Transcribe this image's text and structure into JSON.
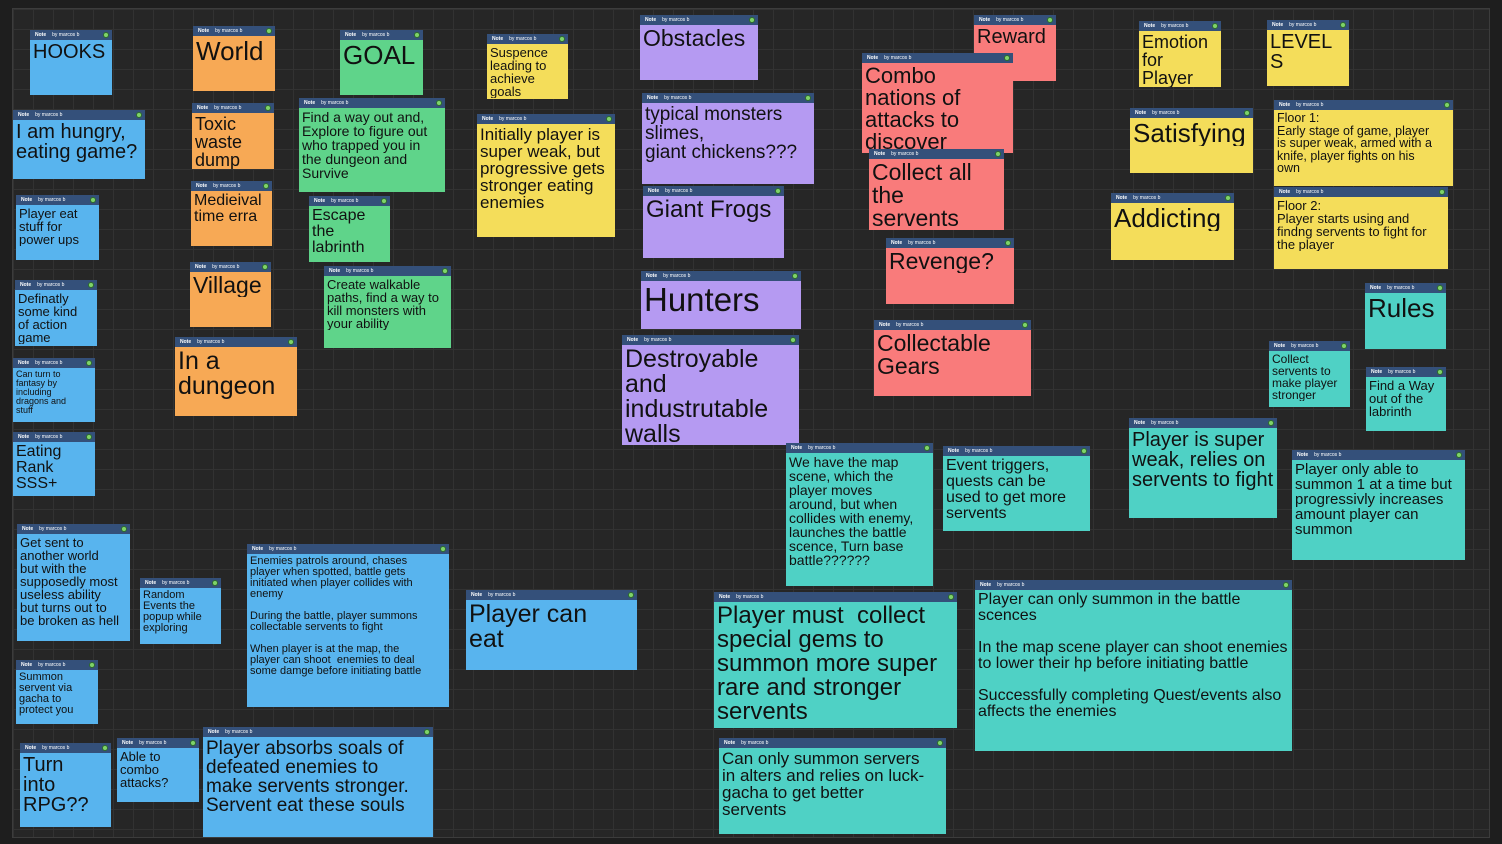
{
  "note_tag": "Note",
  "note_author": "by marcos b",
  "notes": {
    "hooks": "HOOKS",
    "hungry": "I am hungry,\neating game?",
    "eat_stuff": "Player eat\nstuff for\npower ups",
    "definatly": "Definatly\nsome kind\nof action\ngame",
    "fantasy": "Can turn to\nfantasy by\nincluding\ndragons and\nstuff",
    "eating_rank": "Eating\nRank\nSSS+",
    "another_world": "Get sent to\nanother world\nbut with the\nsupposedly most\nuseless ability\nbut turns out to\nbe broken as hell",
    "random_events": "Random\nEvents the\npopup while\nexploring",
    "summon_gacha": "Summon\nservent via\ngacha to\nprotect you",
    "turn_rpg": "Turn\ninto\nRPG??",
    "combo_attacks": "Able to\ncombo\nattacks?",
    "world": "World",
    "toxic": "Toxic\nwaste\ndump",
    "medieval": "Medieival\ntime erra",
    "village": "Village",
    "dungeon": "In a\ndungeon",
    "goal": "GOAL",
    "find_way": "Find a way out and,\nExplore to figure out\nwho trapped you in\nthe dungeon and\nSurvive",
    "escape": "Escape\nthe\nlabrinth",
    "walkable": "Create walkable\npaths, find a way to\nkill monsters with\nyour ability",
    "enemies_patrol": "Enemies patrols around, chases\nplayer when spotted, battle gets\ninitiated when player collides with\nenemy\n\nDuring the battle, player summons\ncollectable servents to fight\n\nWhen player is at the map, the\nplayer can shoot  enemies to deal\nsome damge before initiating battle",
    "absorbs_souls": "Player absorbs soals of\ndefeated enemies to\nmake servents stronger.\nServent eat these souls",
    "suspence": "Suspence\nleading to\nachieve\ngoals",
    "initially_weak": "Initially player is\nsuper weak, but\nprogressive gets\nstronger eating\nenemies",
    "player_can_eat": "Player can\neat",
    "obstacles": "Obstacles",
    "typical_monsters": "typical monsters\nslimes,\ngiant chickens???",
    "giant_frogs": "Giant Frogs",
    "hunters": "Hunters",
    "destroyable": "Destroyable\nand\nindustrutable\nwalls",
    "map_scene": "We have the map\nscene, which the\nplayer moves\naround, but when\ncollides with enemy,\nlaunches the battle\nscence, Turn base\nbattle??????",
    "collect_gems": "Player must  collect\nspecial gems to\nsummon more super\nrare and stronger\nservents",
    "alters": "Can only summon servers\nin alters and relies on luck-\ngacha to get better\nservents",
    "reward": "Reward",
    "combinations": "Combo\nnations of\nattacks to\ndiscover",
    "collect_all": "Collect all\nthe\nservents",
    "revenge": "Revenge?",
    "collectable_gears": "Collectable\nGears",
    "event_triggers": "Event triggers,\nquests can be\nused to get more\nservents",
    "summon_battle": "Player can only summon in the battle\nscences\n\nIn the map scene player can shoot enemies\nto lower their hp before initiating battle\n\nSuccessfully completing Quest/events also\naffects the enemies",
    "emotion": "Emotion\nfor\nPlayer",
    "satisfying": "Satisfying",
    "addicting": "Addicting",
    "super_weak": "Player is super\nweak, relies on\nservents to fight",
    "levels": "LEVEL\nS",
    "floor1": "Floor 1:\nEarly stage of game, player\nis super weak, armed with a\nknife, player fights on his\nown",
    "floor2": "Floor 2:\nPlayer starts using and\nfindng servents to fight for\nthe player",
    "rules": "Rules",
    "collect_servents": "Collect\nservents to\nmake player\nstronger",
    "find_way_out": "Find a Way\nout of the\nlabrinth",
    "one_at_a_time": "Player only able to\nsummon 1 at a time but\nprogressivly increases\namount player can\nsummon"
  }
}
